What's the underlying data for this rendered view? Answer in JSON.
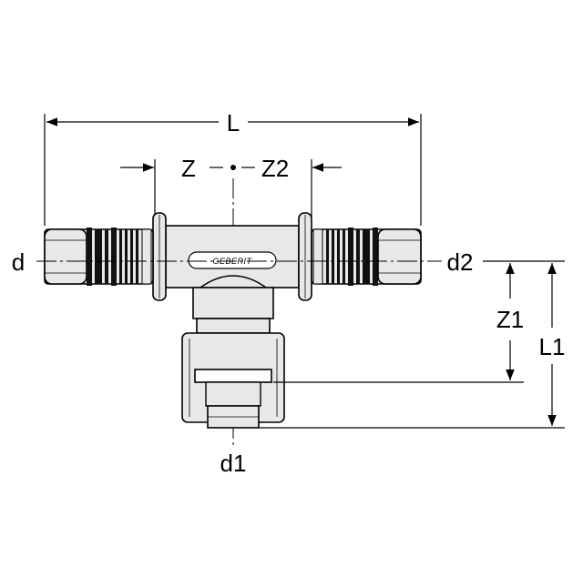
{
  "diagram": {
    "labels": {
      "L": "L",
      "Z": "Z",
      "Z2": "Z2",
      "d": "d",
      "d2": "d2",
      "d1": "d1",
      "Z1": "Z1",
      "L1": "L1"
    },
    "logo_text": "GEBERIT"
  },
  "colors": {
    "outline": "#000000",
    "fill": "#e8e8e8",
    "ring": "#111111",
    "background": "#ffffff"
  }
}
